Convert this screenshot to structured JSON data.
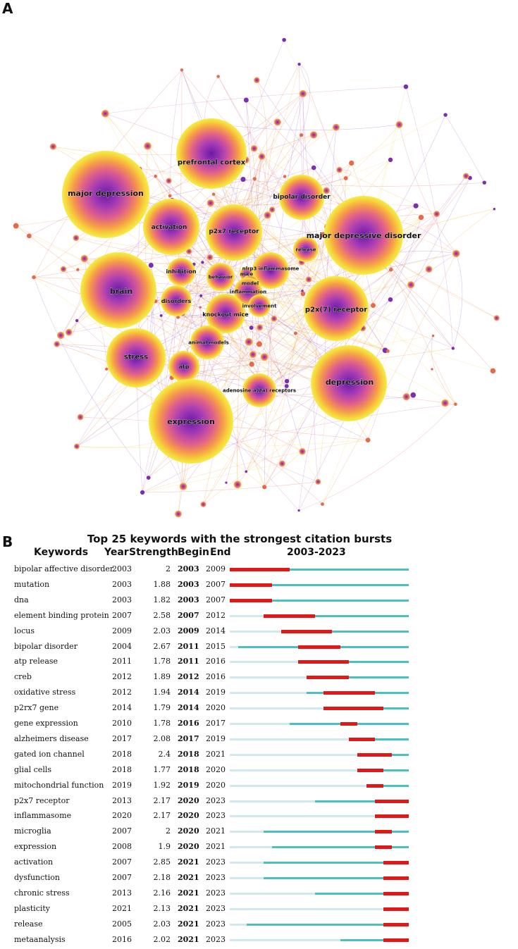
{
  "panel_a": {
    "label": "A",
    "nodes": [
      {
        "label": "major depression"
      },
      {
        "label": "prefrontal cortex"
      },
      {
        "label": "bipolar disorder"
      },
      {
        "label": "activation"
      },
      {
        "label": "p2x7 receptor"
      },
      {
        "label": "major depressive disorder"
      },
      {
        "label": "release"
      },
      {
        "label": "inhibition"
      },
      {
        "label": "behavior"
      },
      {
        "label": "nlrp3 inflammasome"
      },
      {
        "label": "mice"
      },
      {
        "label": "model"
      },
      {
        "label": "brain"
      },
      {
        "label": "inflammation"
      },
      {
        "label": "disorders"
      },
      {
        "label": "involvement"
      },
      {
        "label": "knockout mice"
      },
      {
        "label": "p2x(7) receptor"
      },
      {
        "label": "animal models"
      },
      {
        "label": "stress"
      },
      {
        "label": "atp"
      },
      {
        "label": "adenosine a(2a) receptors"
      },
      {
        "label": "depression"
      },
      {
        "label": "expression"
      }
    ]
  },
  "panel_b": {
    "label": "B",
    "title": "Top 25 keywords with the strongest citation bursts",
    "headers": {
      "keywords": "Keywords",
      "year": "Year",
      "strength": "Strength",
      "begin": "Begin",
      "end": "End",
      "range": "2003-2023"
    }
  },
  "chart_data": {
    "type": "table",
    "title": "Top 25 keywords with the strongest citation bursts",
    "range": [
      2003,
      2023
    ],
    "columns": [
      "Keywords",
      "Year",
      "Strength",
      "Begin",
      "End"
    ],
    "rows": [
      {
        "keyword": "bipolar affective disorder",
        "year": "2003",
        "strength": "2",
        "begin": "2003",
        "end": "2009"
      },
      {
        "keyword": "mutation",
        "year": "2003",
        "strength": "1.88",
        "begin": "2003",
        "end": "2007"
      },
      {
        "keyword": "dna",
        "year": "2003",
        "strength": "1.82",
        "begin": "2003",
        "end": "2007"
      },
      {
        "keyword": "element binding protein",
        "year": "2007",
        "strength": "2.58",
        "begin": "2007",
        "end": "2012"
      },
      {
        "keyword": "locus",
        "year": "2009",
        "strength": "2.03",
        "begin": "2009",
        "end": "2014"
      },
      {
        "keyword": "bipolar disorder",
        "year": "2004",
        "strength": "2.67",
        "begin": "2011",
        "end": "2015"
      },
      {
        "keyword": "atp release",
        "year": "2011",
        "strength": "1.78",
        "begin": "2011",
        "end": "2016"
      },
      {
        "keyword": "creb",
        "year": "2012",
        "strength": "1.89",
        "begin": "2012",
        "end": "2016"
      },
      {
        "keyword": "oxidative stress",
        "year": "2012",
        "strength": "1.94",
        "begin": "2014",
        "end": "2019"
      },
      {
        "keyword": "p2rx7 gene",
        "year": "2014",
        "strength": "1.79",
        "begin": "2014",
        "end": "2020"
      },
      {
        "keyword": "gene expression",
        "year": "2010",
        "strength": "1.78",
        "begin": "2016",
        "end": "2017"
      },
      {
        "keyword": "alzheimers disease",
        "year": "2017",
        "strength": "2.08",
        "begin": "2017",
        "end": "2019"
      },
      {
        "keyword": "gated ion channel",
        "year": "2018",
        "strength": "2.4",
        "begin": "2018",
        "end": "2021"
      },
      {
        "keyword": "glial cells",
        "year": "2018",
        "strength": "1.77",
        "begin": "2018",
        "end": "2020"
      },
      {
        "keyword": "mitochondrial function",
        "year": "2019",
        "strength": "1.92",
        "begin": "2019",
        "end": "2020"
      },
      {
        "keyword": "p2x7 receptor",
        "year": "2013",
        "strength": "2.17",
        "begin": "2020",
        "end": "2023"
      },
      {
        "keyword": "inflammasome",
        "year": "2020",
        "strength": "2.17",
        "begin": "2020",
        "end": "2023"
      },
      {
        "keyword": "microglia",
        "year": "2007",
        "strength": "2",
        "begin": "2020",
        "end": "2021"
      },
      {
        "keyword": "expression",
        "year": "2008",
        "strength": "1.9",
        "begin": "2020",
        "end": "2021"
      },
      {
        "keyword": "activation",
        "year": "2007",
        "strength": "2.85",
        "begin": "2021",
        "end": "2023"
      },
      {
        "keyword": "dysfunction",
        "year": "2007",
        "strength": "2.18",
        "begin": "2021",
        "end": "2023"
      },
      {
        "keyword": "chronic stress",
        "year": "2013",
        "strength": "2.16",
        "begin": "2021",
        "end": "2023"
      },
      {
        "keyword": "plasticity",
        "year": "2021",
        "strength": "2.13",
        "begin": "2021",
        "end": "2023"
      },
      {
        "keyword": "release",
        "year": "2005",
        "strength": "2.03",
        "begin": "2021",
        "end": "2023"
      },
      {
        "keyword": "metaanalysis",
        "year": "2016",
        "strength": "2.02",
        "begin": "2021",
        "end": "2023"
      }
    ]
  },
  "colors": {
    "burst": "#e01818",
    "active": "#4cc0c0",
    "inactive": "#cfe9ee",
    "node_outer": "#f5ea3a",
    "node_core": "#7a1fa8"
  }
}
